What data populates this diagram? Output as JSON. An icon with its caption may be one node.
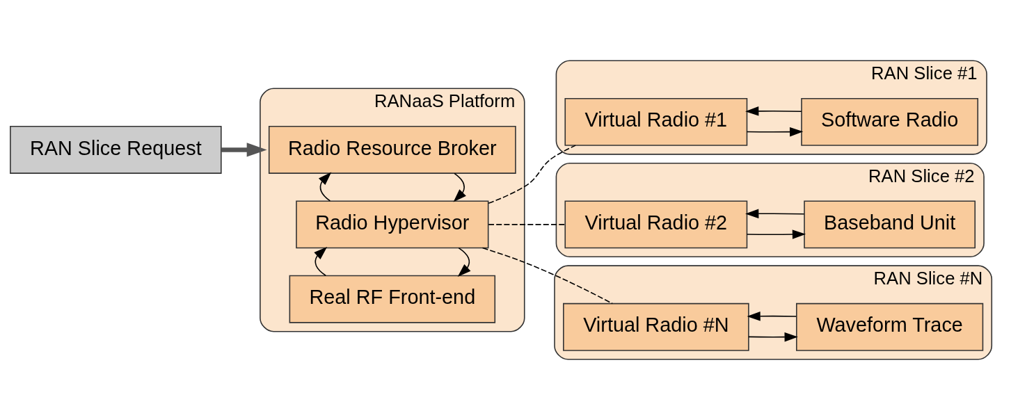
{
  "diagram": {
    "nodes": [
      {
        "text": [
          "RAN Slice Request"
        ]
      },
      {
        "text": [
          "RANaaS Platform"
        ]
      },
      {
        "text": [
          "Radio Resource Broker"
        ],
        "in": 1
      },
      {
        "text": [
          "Radio Hypervisor"
        ],
        "in": 1
      },
      {
        "text": [
          "Real RF Front-end"
        ],
        "in": 1
      },
      {
        "text": [
          "RAN Slice #1"
        ]
      },
      {
        "text": [
          "Virtual Radio #1"
        ],
        "in": 5
      },
      {
        "text": [
          "Software Radio"
        ],
        "in": 5
      },
      {
        "text": [
          "RAN Slice #2"
        ]
      },
      {
        "text": [
          "Virtual Radio #2"
        ],
        "in": 8
      },
      {
        "text": [
          "Baseband Unit"
        ],
        "in": 8
      },
      {
        "text": [
          "RAN Slice #N"
        ]
      },
      {
        "text": [
          "Virtual Radio #N"
        ],
        "in": 11
      },
      {
        "text": [
          "Waveform Trace"
        ],
        "in": 11
      }
    ],
    "edges": [
      {
        "from": 0,
        "to": 1,
        "arrow": "to",
        "style": "thick"
      },
      {
        "from": 2,
        "to": 3,
        "arrow": "to"
      },
      {
        "from": 3,
        "to": 2,
        "arrow": "to"
      },
      {
        "from": 3,
        "to": 4,
        "arrow": "to"
      },
      {
        "from": 4,
        "to": 3,
        "arrow": "to"
      },
      {
        "from": 3,
        "to": 6,
        "arrow": "none",
        "style": "dashed"
      },
      {
        "from": 3,
        "to": 9,
        "arrow": "none",
        "style": "dashed"
      },
      {
        "from": 3,
        "to": 12,
        "arrow": "none",
        "style": "dashed"
      },
      {
        "from": 7,
        "to": 6,
        "arrow": "to"
      },
      {
        "from": 6,
        "to": 7,
        "arrow": "to"
      },
      {
        "from": 10,
        "to": 9,
        "arrow": "to"
      },
      {
        "from": 9,
        "to": 10,
        "arrow": "to"
      },
      {
        "from": 13,
        "to": 12,
        "arrow": "to"
      },
      {
        "from": 12,
        "to": 13,
        "arrow": "to"
      }
    ]
  }
}
